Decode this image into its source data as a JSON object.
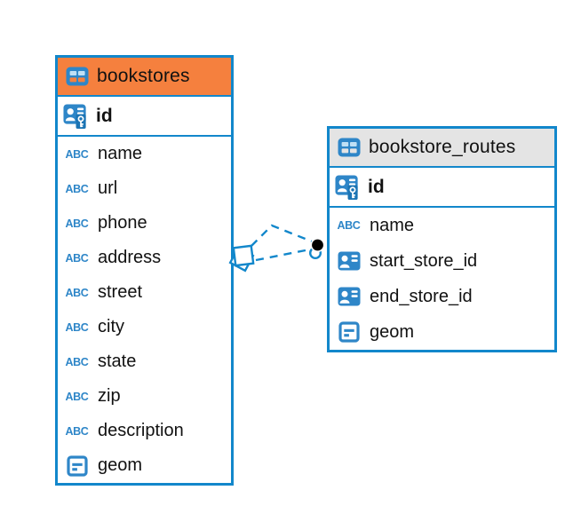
{
  "diagram": {
    "kind": "entity-relationship-diagram",
    "tables": [
      {
        "name": "bookstores",
        "header_color": "#F5803E",
        "columns": [
          {
            "name": "id",
            "type": "primary-key"
          },
          {
            "name": "name",
            "type": "text"
          },
          {
            "name": "url",
            "type": "text"
          },
          {
            "name": "phone",
            "type": "text"
          },
          {
            "name": "address",
            "type": "text"
          },
          {
            "name": "street",
            "type": "text"
          },
          {
            "name": "city",
            "type": "text"
          },
          {
            "name": "state",
            "type": "text"
          },
          {
            "name": "zip",
            "type": "text"
          },
          {
            "name": "description",
            "type": "text"
          },
          {
            "name": "geom",
            "type": "geometry"
          }
        ]
      },
      {
        "name": "bookstore_routes",
        "header_color": "#E4E4E4",
        "columns": [
          {
            "name": "id",
            "type": "primary-key"
          },
          {
            "name": "name",
            "type": "text"
          },
          {
            "name": "start_store_id",
            "type": "foreign-key"
          },
          {
            "name": "end_store_id",
            "type": "foreign-key"
          },
          {
            "name": "geom",
            "type": "geometry"
          }
        ]
      }
    ],
    "relation": {
      "style": "dashed",
      "between": [
        "bookstores",
        "bookstore_routes"
      ],
      "line_count": 2
    },
    "colors": {
      "accent_blue": "#1287CB",
      "icon_blue": "#2E86C8",
      "selected_header_orange": "#F5803E",
      "header_gray": "#E4E4E4"
    }
  },
  "icons": {
    "text_type": "ABC"
  }
}
